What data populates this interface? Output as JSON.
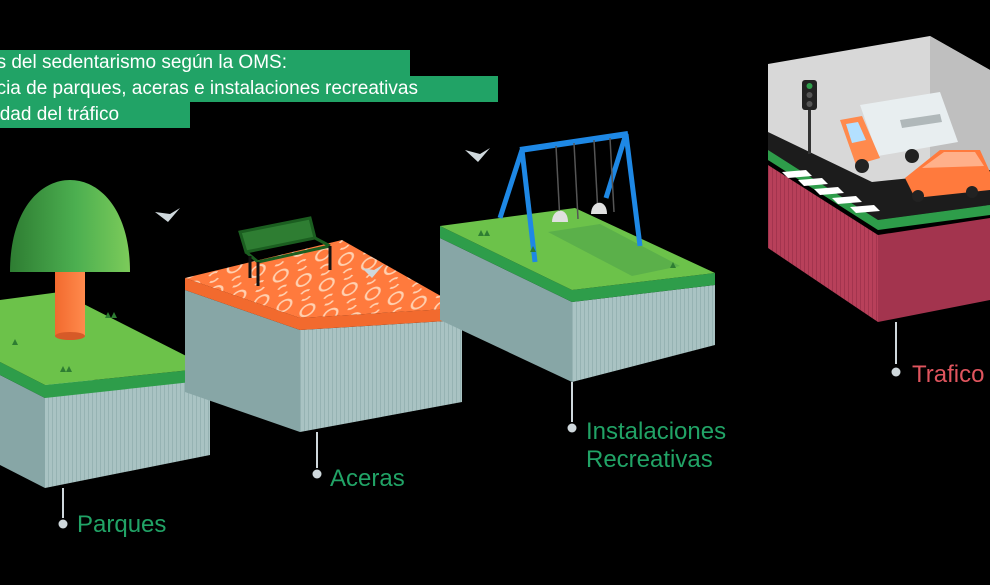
{
  "banner": {
    "lines": [
      "as del sedentarismo según la OMS:",
      "ncia de parques, aceras e instalaciones recreativas",
      "sidad del tráfico"
    ]
  },
  "labels": {
    "parques": "Parques",
    "aceras": "Aceras",
    "instalaciones_1": "Instalaciones",
    "instalaciones_2": "Recreativas",
    "trafico": "Trafico"
  },
  "colors": {
    "brand_green": "#21a366",
    "grass": "#4caf50",
    "grass_light": "#6cc24a",
    "side_blue": "#a9c3c3",
    "side_blue_dark": "#87a6a6",
    "orange": "#ff7a3d",
    "traffic_red": "#b8405a",
    "label_red": "#e0555e",
    "swing_blue": "#1e88e5"
  }
}
